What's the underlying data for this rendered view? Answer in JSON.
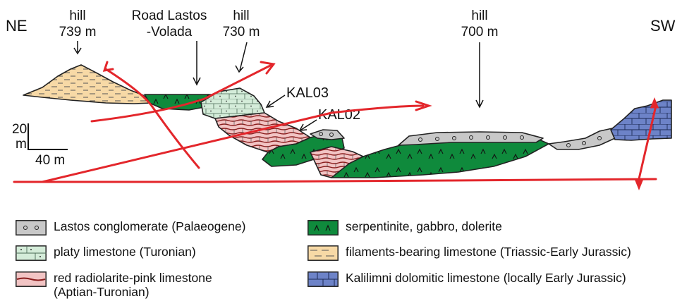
{
  "orientation": {
    "left": "NE",
    "right": "SW"
  },
  "labels": {
    "hill_739": [
      "hill",
      "739 m"
    ],
    "road": [
      "Road Lastos",
      "-Volada"
    ],
    "hill_730": [
      "hill",
      "730 m"
    ],
    "hill_700": [
      "hill",
      "700 m"
    ],
    "kal03": "KAL03",
    "kal02": "KAL02"
  },
  "scale_bar": {
    "vertical": [
      "20",
      "m"
    ],
    "horizontal": "40 m"
  },
  "legend": [
    {
      "id": "conglomerate",
      "text": "Lastos conglomerate (Palaeogene)",
      "color": "#c8c8c8",
      "pattern": "circles"
    },
    {
      "id": "serpentinite",
      "text": "serpentinite, gabbro, dolerite",
      "color": "#0f8a3c",
      "pattern": "carets"
    },
    {
      "id": "platy",
      "text": "platy limestone (Turonian)",
      "color": "#d4ecd9",
      "pattern": "platy"
    },
    {
      "id": "filaments",
      "text": "filaments-bearing limestone (Triassic-Early Jurassic)",
      "color": "#f7d9a6",
      "pattern": "dashes"
    },
    {
      "id": "radiolarite",
      "text": "red radiolarite-pink limestone\n(Aptian-Turonian)",
      "color": "#f2c4c4",
      "pattern": "red-lines"
    },
    {
      "id": "kalilimni",
      "text": "Kalilimni dolomitic limestone (locally Early Jurassic)",
      "color": "#6d83c8",
      "pattern": "bricks"
    }
  ],
  "colors": {
    "fault": "#e3262b",
    "outline": "#222222"
  }
}
